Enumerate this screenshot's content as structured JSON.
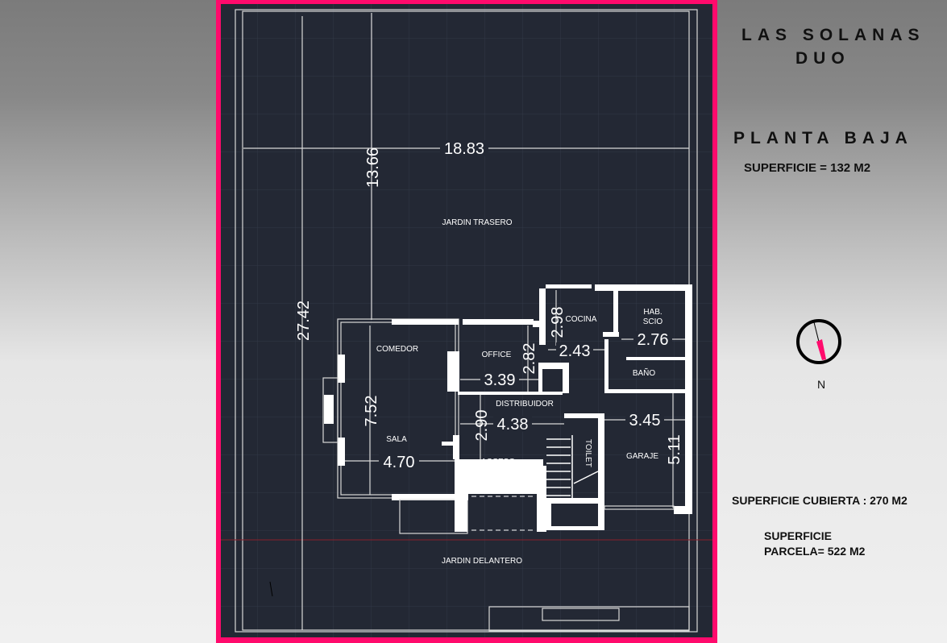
{
  "header": {
    "title_line1": "LAS SOLANAS",
    "title_line2": "DUO",
    "floor": "PLANTA BAJA",
    "area": "SUPERFICIE = 132 M2"
  },
  "summary": {
    "covered_area": "SUPERFICIE CUBIERTA : 270 M2",
    "plot_area_line1": "SUPERFICIE",
    "plot_area_line2": "PARCELA= 522 M2"
  },
  "compass": {
    "label": "N",
    "icon": "north-arrow-icon",
    "needle_color": "#ff0a6c"
  },
  "colors": {
    "frame": "#ff0a6c",
    "drawing_bg": "#232834",
    "grid": "#343a47",
    "walls": "#ffffff",
    "property_line": "#8a1f2a"
  },
  "rooms": {
    "jardin_trasero": "JARDIN TRASERO",
    "comedor": "COMEDOR",
    "office": "OFFICE",
    "cocina": "COCINA",
    "hab_scio_1": "HAB.",
    "hab_scio_2": "SCIO",
    "bano": "BAÑO",
    "distribuidor": "DISTRIBUIDOR",
    "sala": "SALA",
    "acceso": "ACCESO",
    "toilet": "TOILET",
    "garaje": "GARAJE",
    "jardin_delantero": "JARDIN DELANTERO"
  },
  "dimensions": {
    "width_total": "18.83",
    "depth_rear": "13.66",
    "depth_total": "27.42",
    "comedor_sala_depth": "7.52",
    "sala_width": "4.70",
    "office_width": "3.39",
    "office_depth": "2.82",
    "cocina_depth": "2.98",
    "cocina_width": "2.43",
    "hab_width": "2.76",
    "distribuidor_width": "4.38",
    "distribuidor_depth": "2.90",
    "garaje_width": "3.45",
    "garaje_depth": "5.11"
  }
}
